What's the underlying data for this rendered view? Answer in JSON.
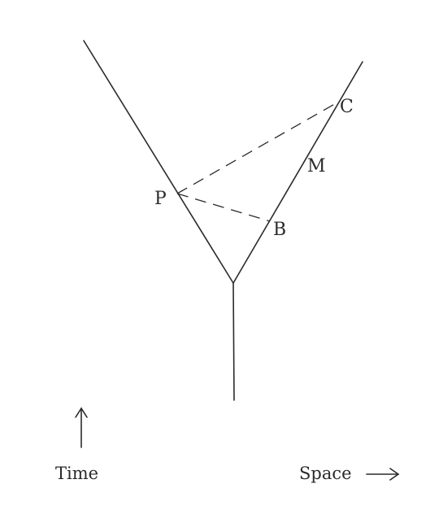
{
  "diagram": {
    "labels": {
      "p": "P",
      "b": "B",
      "m": "M",
      "c": "C"
    },
    "axes": {
      "time_label": "Time",
      "space_label": "Space",
      "time_arrow": "↑",
      "space_arrow": "→"
    },
    "colors": {
      "ink": "#2b2b2b",
      "background": "#ffffff"
    }
  }
}
